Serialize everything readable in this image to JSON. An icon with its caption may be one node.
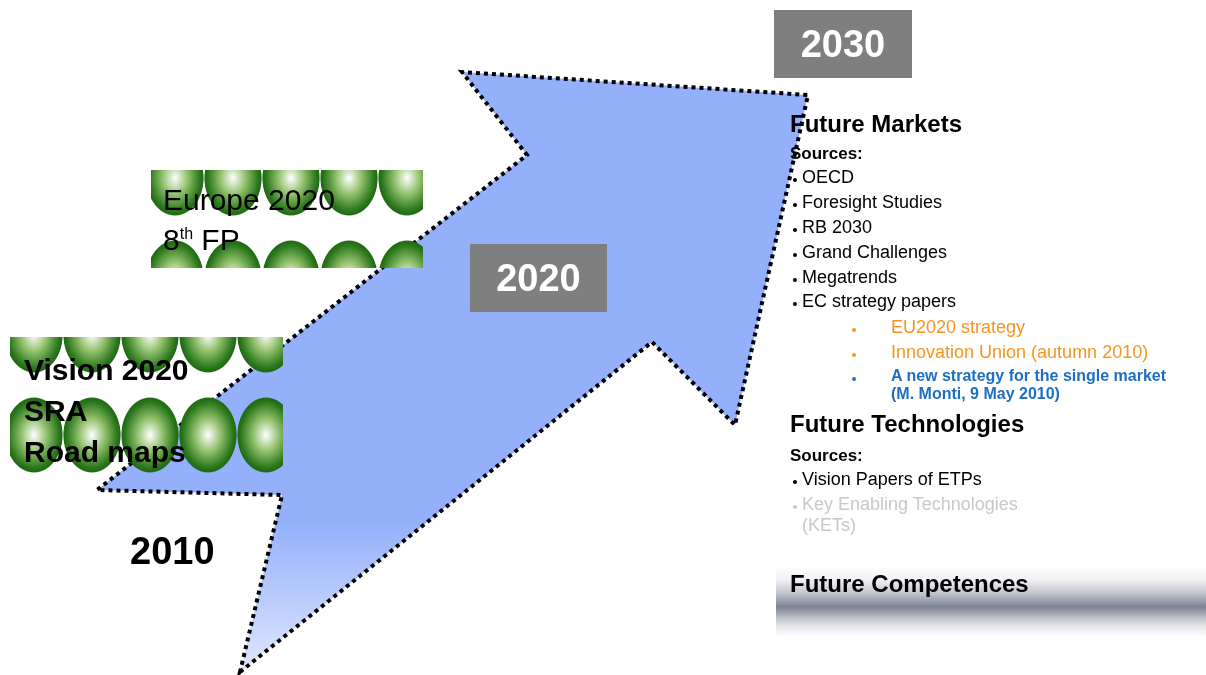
{
  "diagram": {
    "nodes": [
      {
        "text": [
          "2030"
        ]
      },
      {
        "text": [
          "2020"
        ]
      },
      {
        "text": [
          "Europe 2020 8$^{th}$ FP"
        ]
      },
      {
        "text": [
          "Vision 2020",
          "SRA",
          "Road maps"
        ]
      },
      {
        "text": [
          "Future Competences"
        ]
      }
    ],
    "labels": [
      "2010",
      "Future Markets",
      "Sources:",
      "OECD",
      "Foresight Studies",
      "RB 2030",
      "Grand Challenges",
      "Megatrends",
      "EC strategy papers",
      "EU2020 strategy",
      "Innovation Union (autumn 2010)",
      "A new strategy for the single market (M. Monti, 9 May 2010)",
      "Future Technologies",
      "Sources:",
      "Vision Papers of ETPs",
      "Key Enabling Technologies (KETs)"
    ]
  }
}
